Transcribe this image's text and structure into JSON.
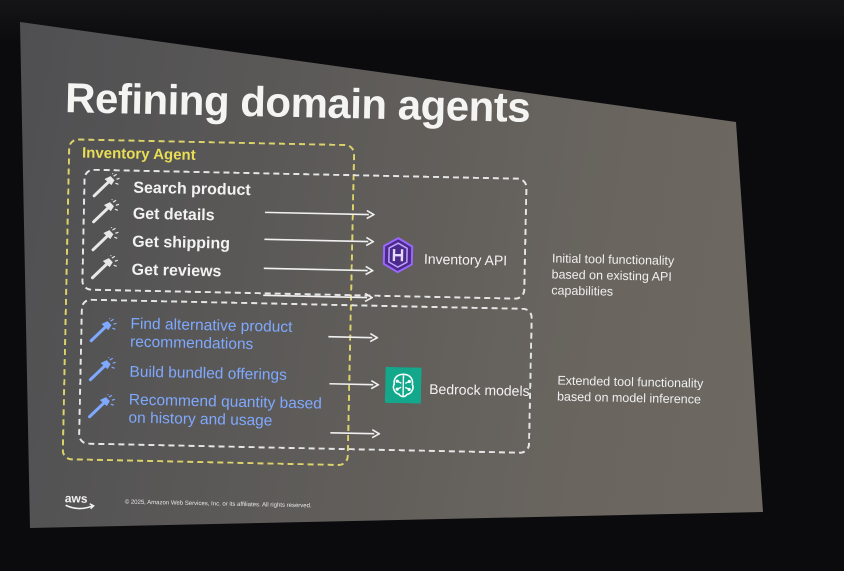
{
  "slide": {
    "title": "Refining domain agents",
    "agent_title": "Inventory Agent",
    "api_tools": [
      "Search product",
      "Get details",
      "Get shipping",
      "Get reviews"
    ],
    "model_tools": [
      "Find alternative product\nrecommendations",
      "Build bundled offerings",
      "Recommend quantity based\non history and usage"
    ],
    "inventory_api_label": "Inventory API",
    "bedrock_label": "Bedrock models",
    "note_api": "Initial tool functionality\nbased on existing API\ncapabilities",
    "note_model": "Extended tool functionality\nbased on model inference",
    "logo_text": "aws",
    "copyright": "© 2025, Amazon Web Services, Inc. or its affiliates. All rights reserved."
  },
  "colors": {
    "agent_border": "#dcd36a",
    "agent_title": "#e8dd55",
    "model_tool_text": "#7fa9ff",
    "inventory_icon": "#7a3fc4",
    "bedrock_icon": "#18a68a"
  },
  "icons": {
    "tool": "hammer-wrench-icon",
    "inventory_api": "inventory-api-icon",
    "bedrock": "bedrock-brain-icon"
  }
}
